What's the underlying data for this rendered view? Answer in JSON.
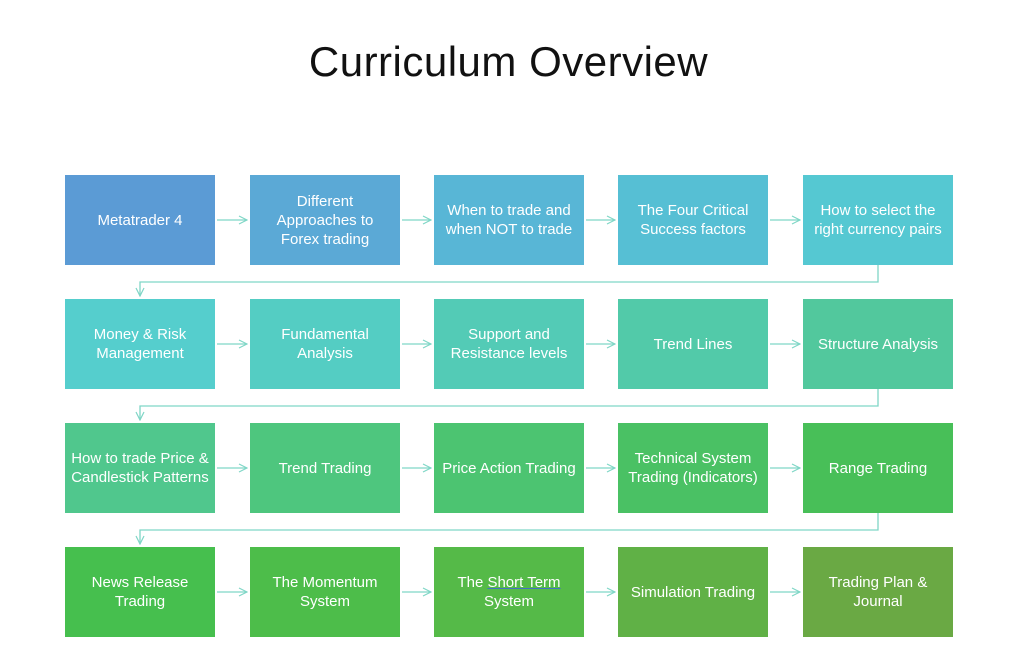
{
  "title": "Curriculum Overview",
  "colors": {
    "connector": "#7fd6c6"
  },
  "rows": [
    [
      {
        "label": "Metatrader 4",
        "color": "#5b9bd5"
      },
      {
        "label": "Different Approaches to Forex trading",
        "color": "#5ba9d6"
      },
      {
        "label": "When to trade and when NOT to trade",
        "color": "#58b6d6"
      },
      {
        "label": "The Four Critical Success factors",
        "color": "#56bfd4"
      },
      {
        "label": "How to select the right currency pairs",
        "color": "#55c8d2"
      }
    ],
    [
      {
        "label": "Money & Risk Management",
        "color": "#55cecd"
      },
      {
        "label": "Fundamental Analysis",
        "color": "#54cdc3"
      },
      {
        "label": "Support and Resistance levels",
        "color": "#53cbb6"
      },
      {
        "label": "Trend Lines",
        "color": "#52caa9"
      },
      {
        "label": "Structure Analysis",
        "color": "#52c89d"
      }
    ],
    [
      {
        "label": "How to trade Price & Candlestick Patterns",
        "color": "#50c78d"
      },
      {
        "label": "Trend Trading",
        "color": "#4ec67e"
      },
      {
        "label": "Price Action Trading",
        "color": "#4cc471"
      },
      {
        "label": "Technical System Trading (Indicators)",
        "color": "#4ac164"
      },
      {
        "label": "Range Trading",
        "color": "#48bf58"
      }
    ],
    [
      {
        "label": "News Release Trading",
        "color": "#46bf4e"
      },
      {
        "label": "The Momentum System",
        "color": "#4dbd4a"
      },
      {
        "label": "The Short Term System",
        "color": "#55ba48",
        "underline": "Short Term"
      },
      {
        "label": "Simulation Trading",
        "color": "#60b146"
      },
      {
        "label": "Trading Plan & Journal",
        "color": "#6aa944"
      }
    ]
  ]
}
